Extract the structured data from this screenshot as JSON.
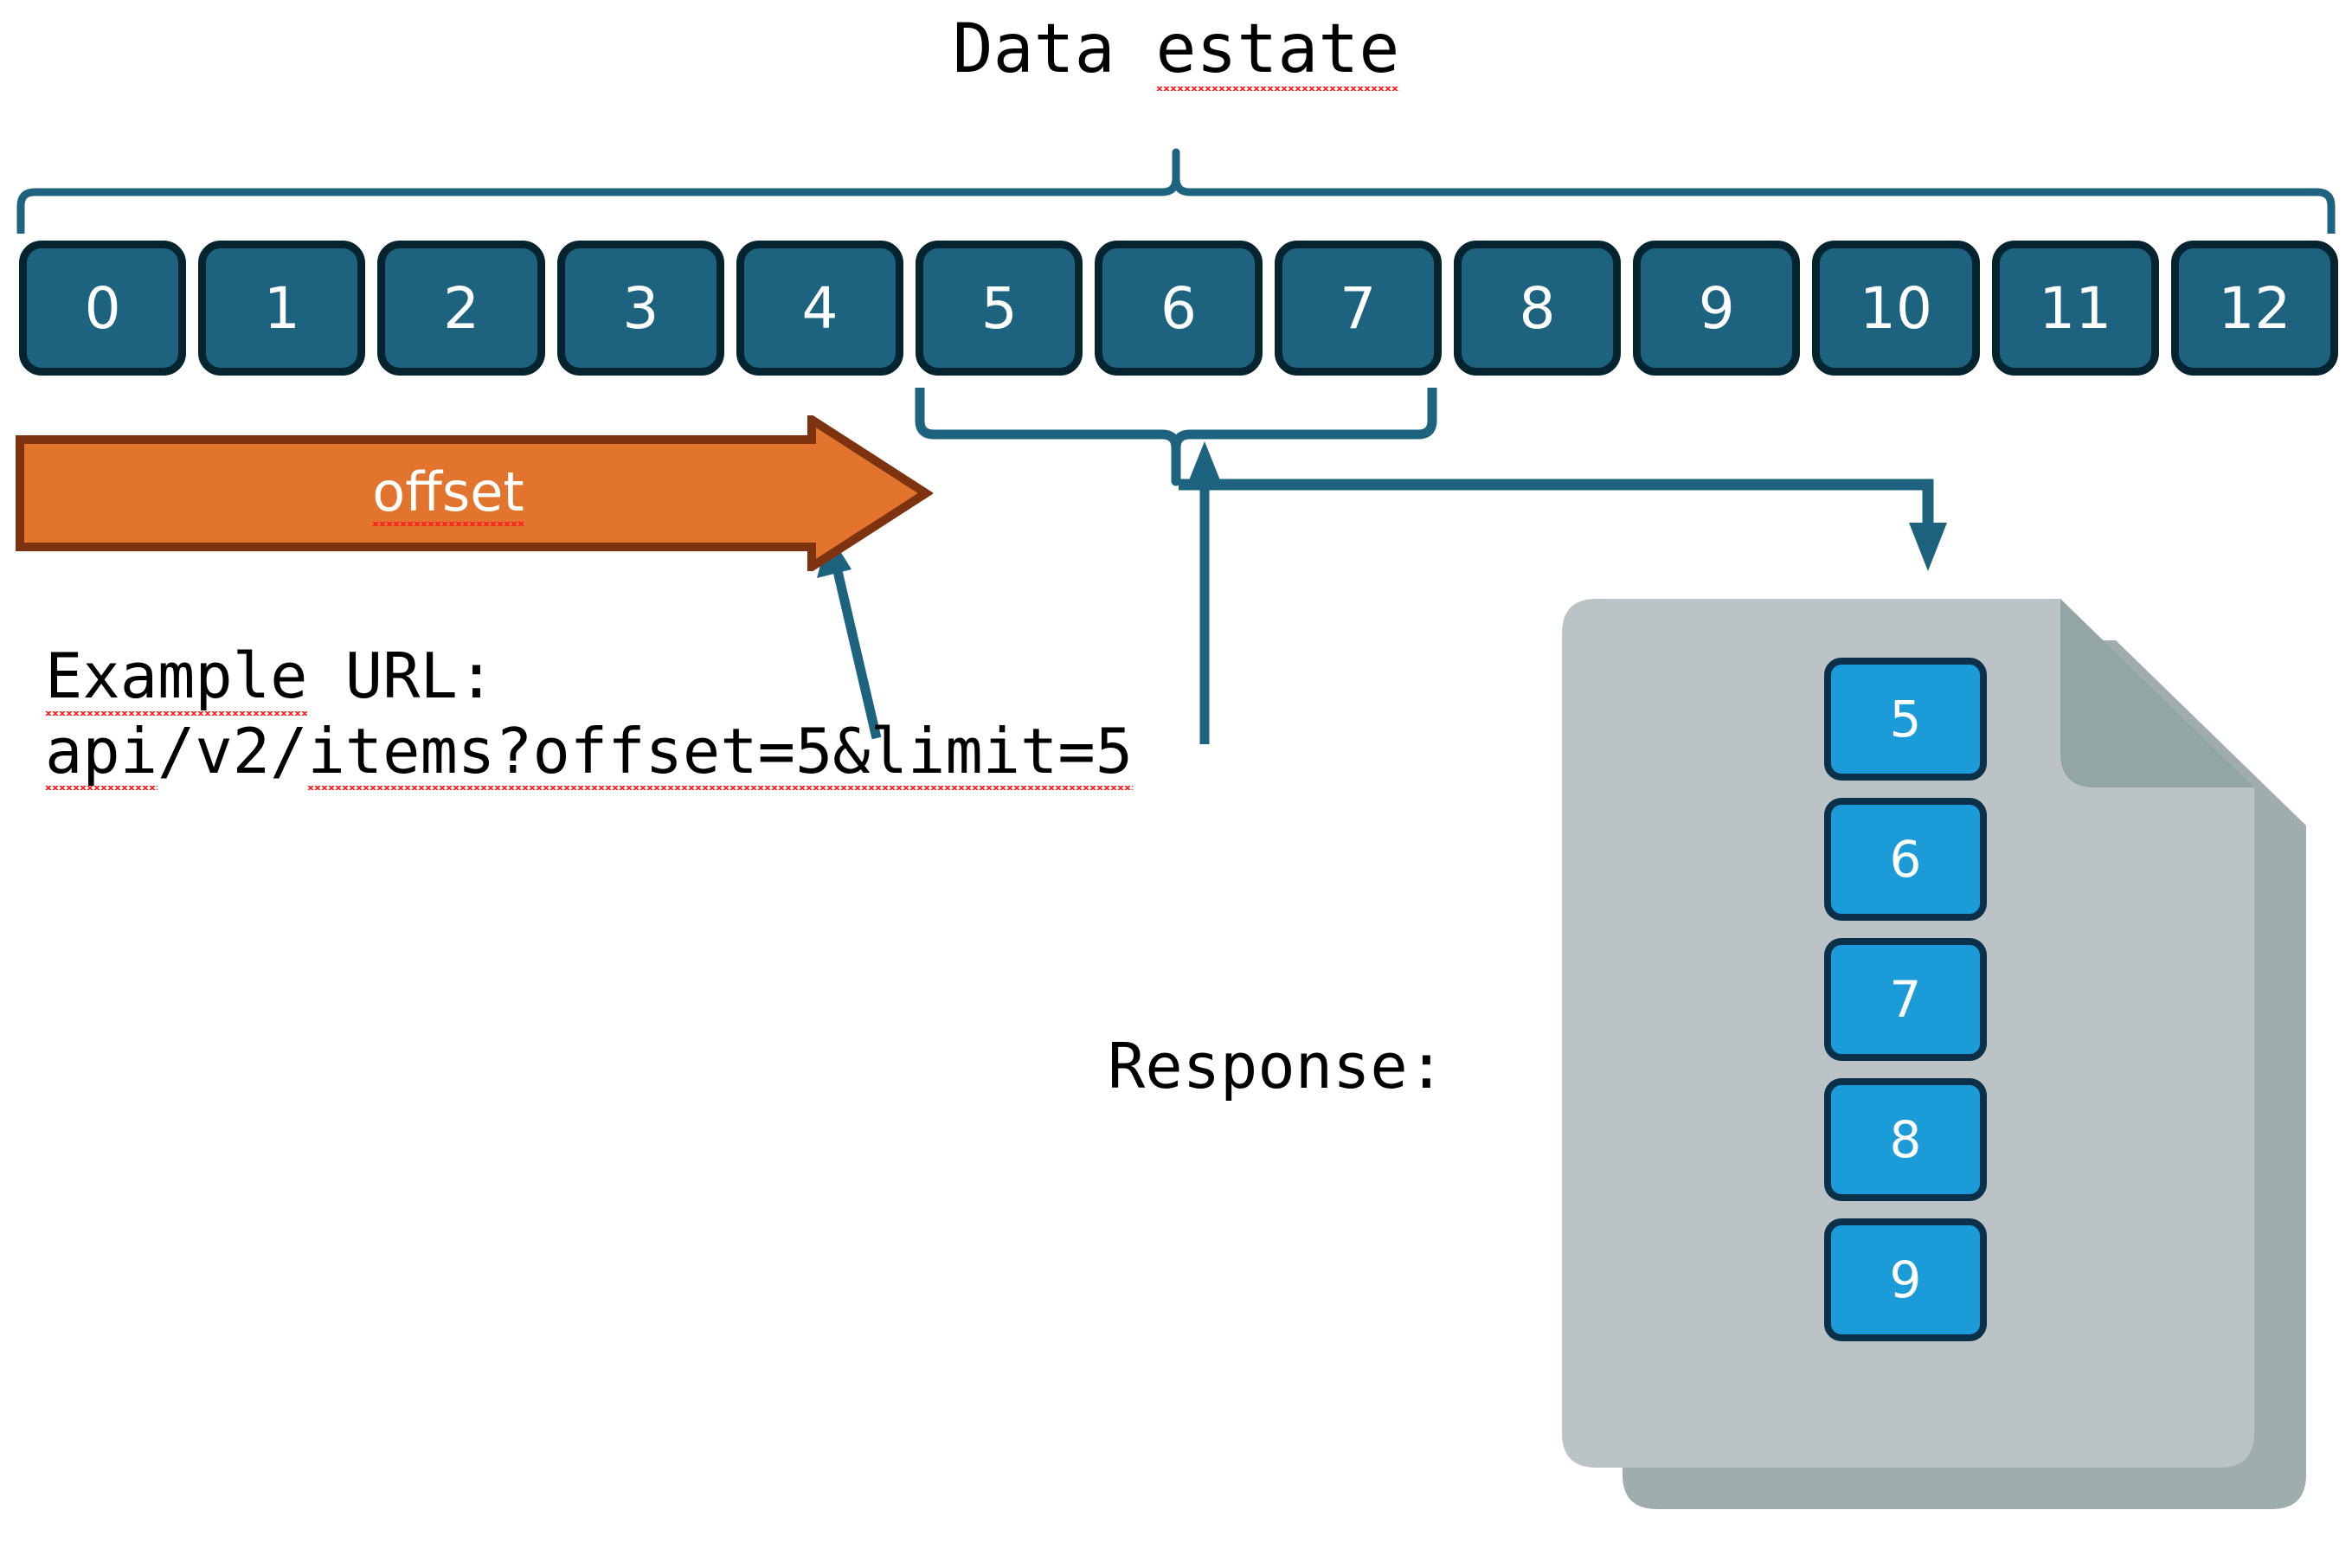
{
  "title": {
    "text_plain": "Data ",
    "text_misspelled": "estate",
    "full": "Data estate"
  },
  "colors": {
    "cell_fill": "#1D6380",
    "cell_border": "#05242F",
    "accent_teal": "#1D6380",
    "offset_arrow_fill": "#E2742E",
    "offset_arrow_border": "#7E3310",
    "document_body": "#BBC3C6",
    "document_fold": "#93A5A4",
    "document_shadow": "#9FAEAD",
    "response_cell_fill": "#1B9BD8",
    "response_cell_border": "#0A3149",
    "spellcheck_underline": "#FF2020",
    "text": "#000000",
    "background": "#FFFFFF"
  },
  "data_estate": {
    "label": "Data estate",
    "cells": [
      "0",
      "1",
      "2",
      "3",
      "4",
      "5",
      "6",
      "7",
      "8",
      "9",
      "10",
      "11",
      "12"
    ]
  },
  "offset_arrow": {
    "label": "offset",
    "covers_cells": [
      "0",
      "1",
      "2",
      "3",
      "4"
    ]
  },
  "limit_bracket": {
    "covers_cells": [
      "5",
      "6",
      "7",
      "8",
      "9"
    ]
  },
  "example_url": {
    "heading_misspelled": "Example",
    "heading_rest": " URL:",
    "heading": "Example URL:",
    "url_part1": "api",
    "url_part2": "/v2/",
    "url_part3": "items?offset=5&limit=5",
    "url": "api/v2/items?offset=5&limit=5"
  },
  "response": {
    "label": "Response:",
    "items": [
      "5",
      "6",
      "7",
      "8",
      "9"
    ]
  },
  "icons": {
    "document": "document-icon",
    "offset_arrow": "right-arrow-icon",
    "top_brace": "curly-brace-icon",
    "limit_brace": "curly-brace-icon",
    "url_pointer": "diagonal-arrow-icon",
    "limit_pointer": "up-arrow-icon",
    "response_pointer": "elbow-arrow-icon"
  }
}
